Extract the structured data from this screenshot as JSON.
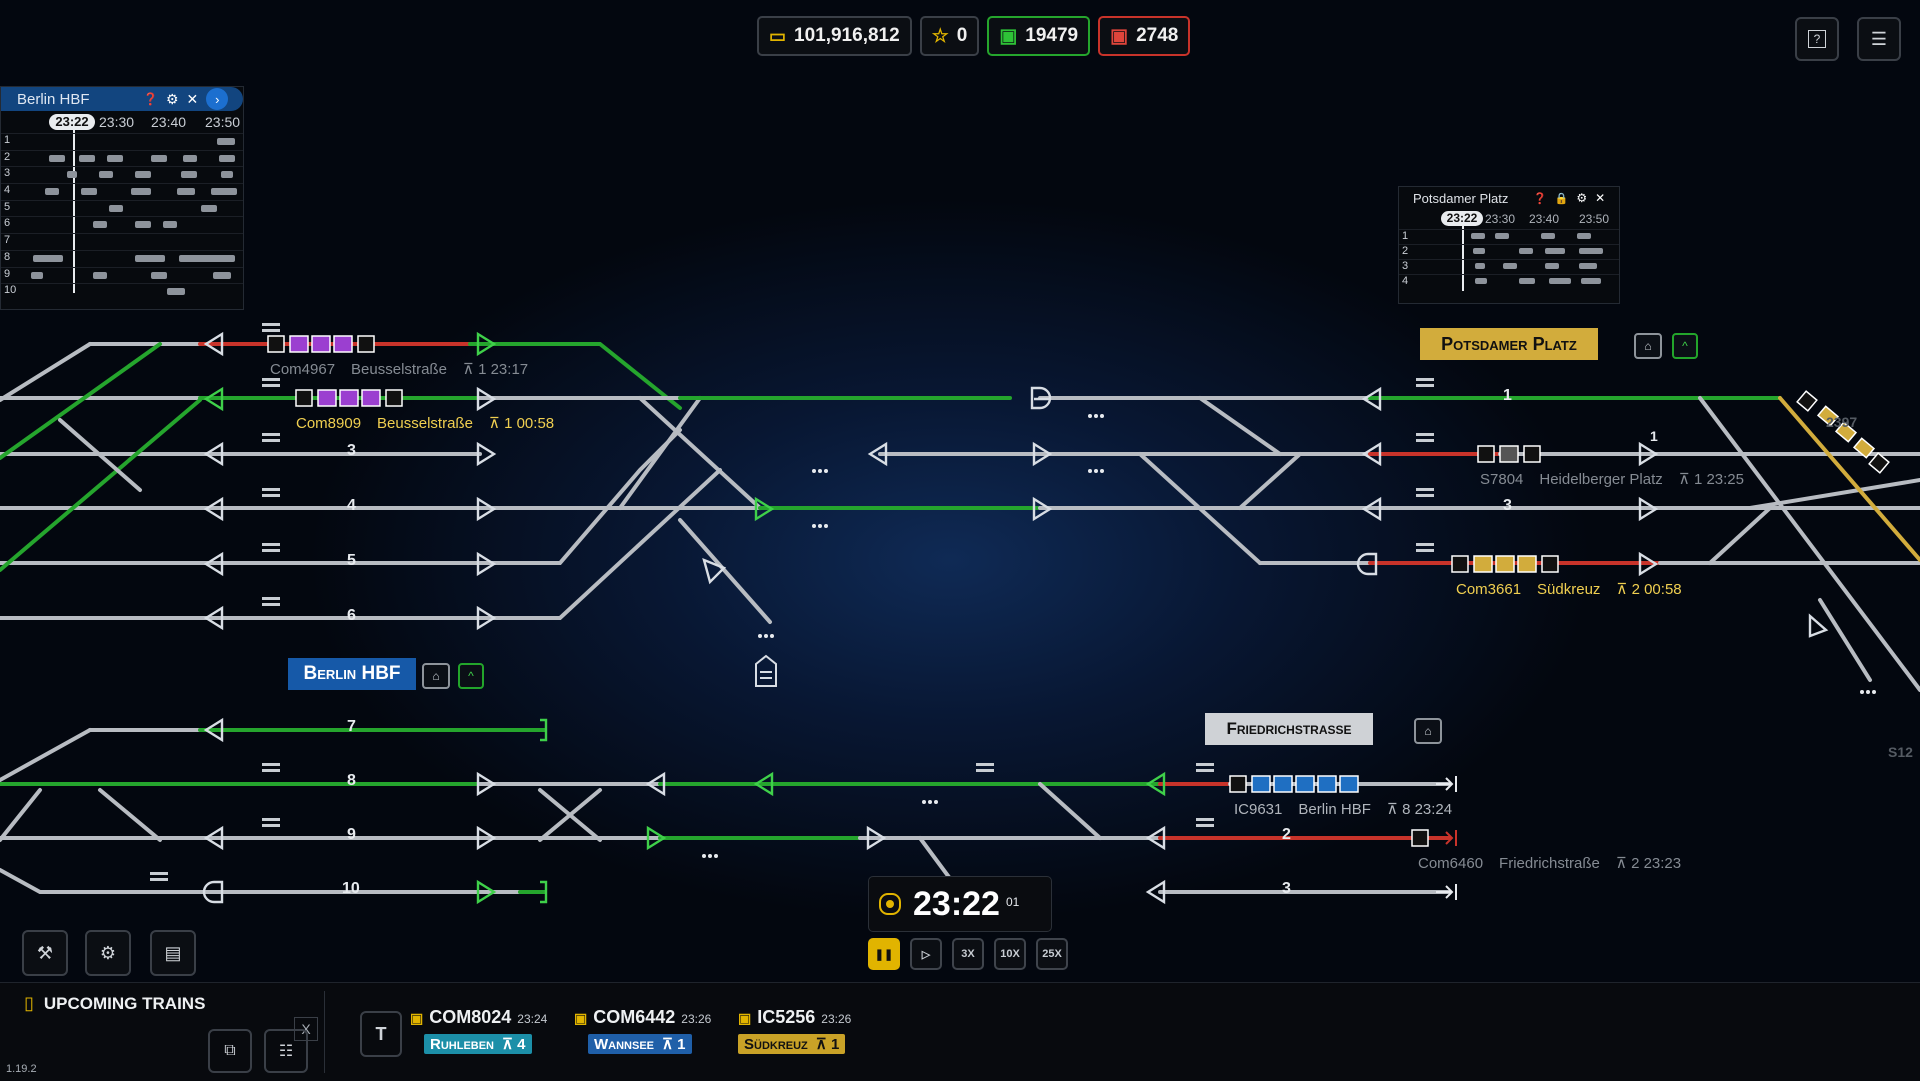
{
  "hud": {
    "money": "101,916,812",
    "stars": "0",
    "trains_ok": "19479",
    "trains_late": "2748",
    "help_label": "?",
    "menu_label": "☰"
  },
  "berlin_panel": {
    "title": "Berlin HBF",
    "now": "23:22",
    "times": [
      "23:30",
      "23:40",
      "23:50"
    ],
    "rows": [
      "1",
      "2",
      "3",
      "4",
      "5",
      "6",
      "7",
      "8",
      "9",
      "10"
    ]
  },
  "potsdamer_panel": {
    "title": "Potsdamer Platz",
    "now": "23:22",
    "times": [
      "23:30",
      "23:40",
      "23:50"
    ],
    "rows": [
      "1",
      "2",
      "3",
      "4"
    ]
  },
  "stations": {
    "berlin": "Berlin HBF",
    "potsdamer": "Potsdamer Platz",
    "friedrich": "Friedrichstraße"
  },
  "tracks_berlin": [
    "3",
    "4",
    "5",
    "6",
    "7",
    "8",
    "9",
    "10"
  ],
  "tracks_potsdamer": [
    "1",
    "3"
  ],
  "tracks_friedrich": [
    "2",
    "3"
  ],
  "edge_labels": {
    "r1": "1",
    "r2": "2397",
    "r3": "S12"
  },
  "trains": [
    {
      "id": "Com4967",
      "dest": "Beusselstraße",
      "platform": "1",
      "time": "23:17"
    },
    {
      "id": "Com8909",
      "dest": "Beusselstraße",
      "platform": "1",
      "time": "00:58"
    },
    {
      "id": "S7804",
      "dest": "Heidelberger Platz",
      "platform": "1",
      "time": "23:25"
    },
    {
      "id": "Com3661",
      "dest": "Südkreuz",
      "platform": "2",
      "time": "00:58"
    },
    {
      "id": "IC9631",
      "dest": "Berlin HBF",
      "platform": "8",
      "time": "23:24"
    },
    {
      "id": "Com6460",
      "dest": "Friedrichstraße",
      "platform": "2",
      "time": "23:23"
    }
  ],
  "clock": {
    "time": "23:22",
    "seconds": "01"
  },
  "speeds": [
    "❚❚",
    "▷",
    "3X",
    "10X",
    "25X"
  ],
  "upcoming": {
    "title": "UPCOMING TRAINS",
    "close": "X",
    "filter_key": "T",
    "trains": [
      {
        "id": "COM8024",
        "time": "23:24",
        "dest": "Ruhleben",
        "platform": "4",
        "color": "#1c8fa8"
      },
      {
        "id": "COM6442",
        "time": "23:26",
        "dest": "Wannsee",
        "platform": "1",
        "color": "#1f5fa8"
      },
      {
        "id": "IC5256",
        "time": "23:26",
        "dest": "Südkreuz",
        "platform": "1",
        "color": "#c9a227"
      }
    ]
  },
  "version": "1.19.2",
  "colors": {
    "green": "#25a52d",
    "red": "#c8332a",
    "gold": "#d2ac3c",
    "blue": "#1f6fc2",
    "purple": "#9b3fd0"
  }
}
